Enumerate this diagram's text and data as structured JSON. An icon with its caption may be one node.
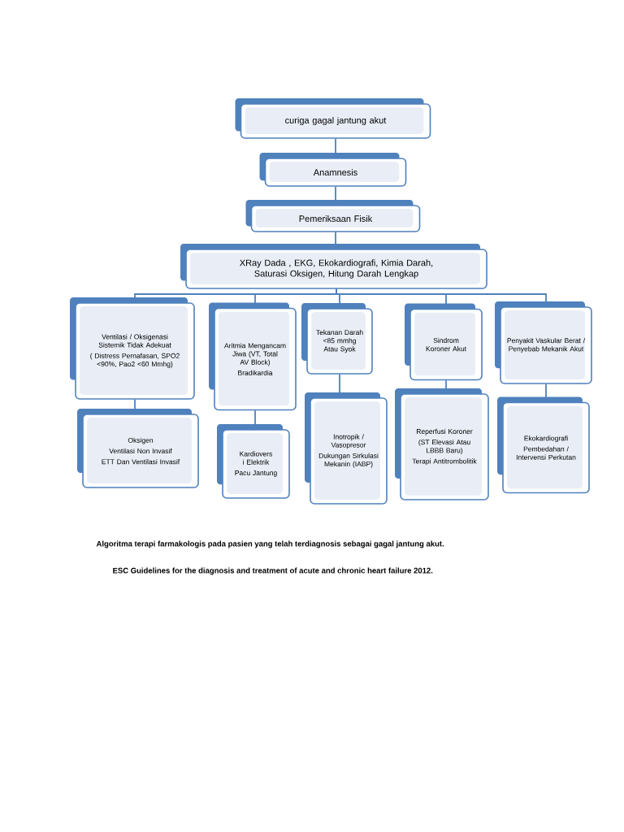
{
  "diagram": {
    "caption": "Algoritma terapi farmakologis pada pasien yang telah terdiagnosis sebagai gagal jantung akut.",
    "nodes": [
      {
        "text": [
          "curiga gagal jantung akut"
        ]
      },
      {
        "text": [
          "Anamnesis"
        ]
      },
      {
        "text": [
          "Pemeriksaan Fisik"
        ]
      },
      {
        "text": [
          "XRay Dada , EKG, Ekokardiografi, Kimia Darah, Saturasi Oksigen, Hitung Darah Lengkap"
        ]
      },
      {
        "text": [
          "Ventilasi / Oksigenasi Sistemik Tidak Adekuat",
          "( Distress Pernafasan, SPO2 <90%, Pao2 <60 Mmhg)"
        ]
      },
      {
        "text": [
          "Aritmia Mengancam Jiwa (VT, Total AV Block)",
          "Bradikardia"
        ]
      },
      {
        "text": [
          "Tekanan Darah <85 mmhg Atau Syok"
        ]
      },
      {
        "text": [
          "Sindrom Koroner Akut"
        ]
      },
      {
        "text": [
          "Penyakit Vaskular Berat / Penyebab Mekanik Akut"
        ]
      },
      {
        "text": [
          "Oksigen",
          "Ventilasi Non Invasif",
          "ETT Dan Ventilasi Invasif"
        ]
      },
      {
        "text": [
          "Kardiovers i Elektrik",
          "Pacu Jantung"
        ]
      },
      {
        "text": [
          "Inotropik / Vasopresor",
          "Dukungan Sirkulasi Mekanin (IABP)"
        ]
      },
      {
        "text": [
          "Reperfusi Koroner",
          "(ST Elevasi Atau LBBB Baru)",
          "Terapi Antitrombolitik"
        ]
      },
      {
        "text": [
          "Ekokardiografi",
          "Pembedahan / Intervensi Perkutan"
        ]
      }
    ],
    "edges": [
      {
        "from": 0,
        "to": 1,
        "arrow": "none"
      },
      {
        "from": 1,
        "to": 2,
        "arrow": "none"
      },
      {
        "from": 2,
        "to": 3,
        "arrow": "none"
      },
      {
        "from": 3,
        "to": 4,
        "arrow": "none"
      },
      {
        "from": 3,
        "to": 5,
        "arrow": "none"
      },
      {
        "from": 3,
        "to": 6,
        "arrow": "none"
      },
      {
        "from": 3,
        "to": 7,
        "arrow": "none"
      },
      {
        "from": 3,
        "to": 8,
        "arrow": "none"
      },
      {
        "from": 4,
        "to": 9,
        "arrow": "none"
      },
      {
        "from": 5,
        "to": 10,
        "arrow": "none"
      },
      {
        "from": 6,
        "to": 11,
        "arrow": "none"
      },
      {
        "from": 7,
        "to": 12,
        "arrow": "none"
      },
      {
        "from": 8,
        "to": 13,
        "arrow": "none"
      }
    ],
    "labels": [
      "ESC Guidelines for the diagnosis and treatment of acute and chronic heart failure 2012."
    ]
  }
}
